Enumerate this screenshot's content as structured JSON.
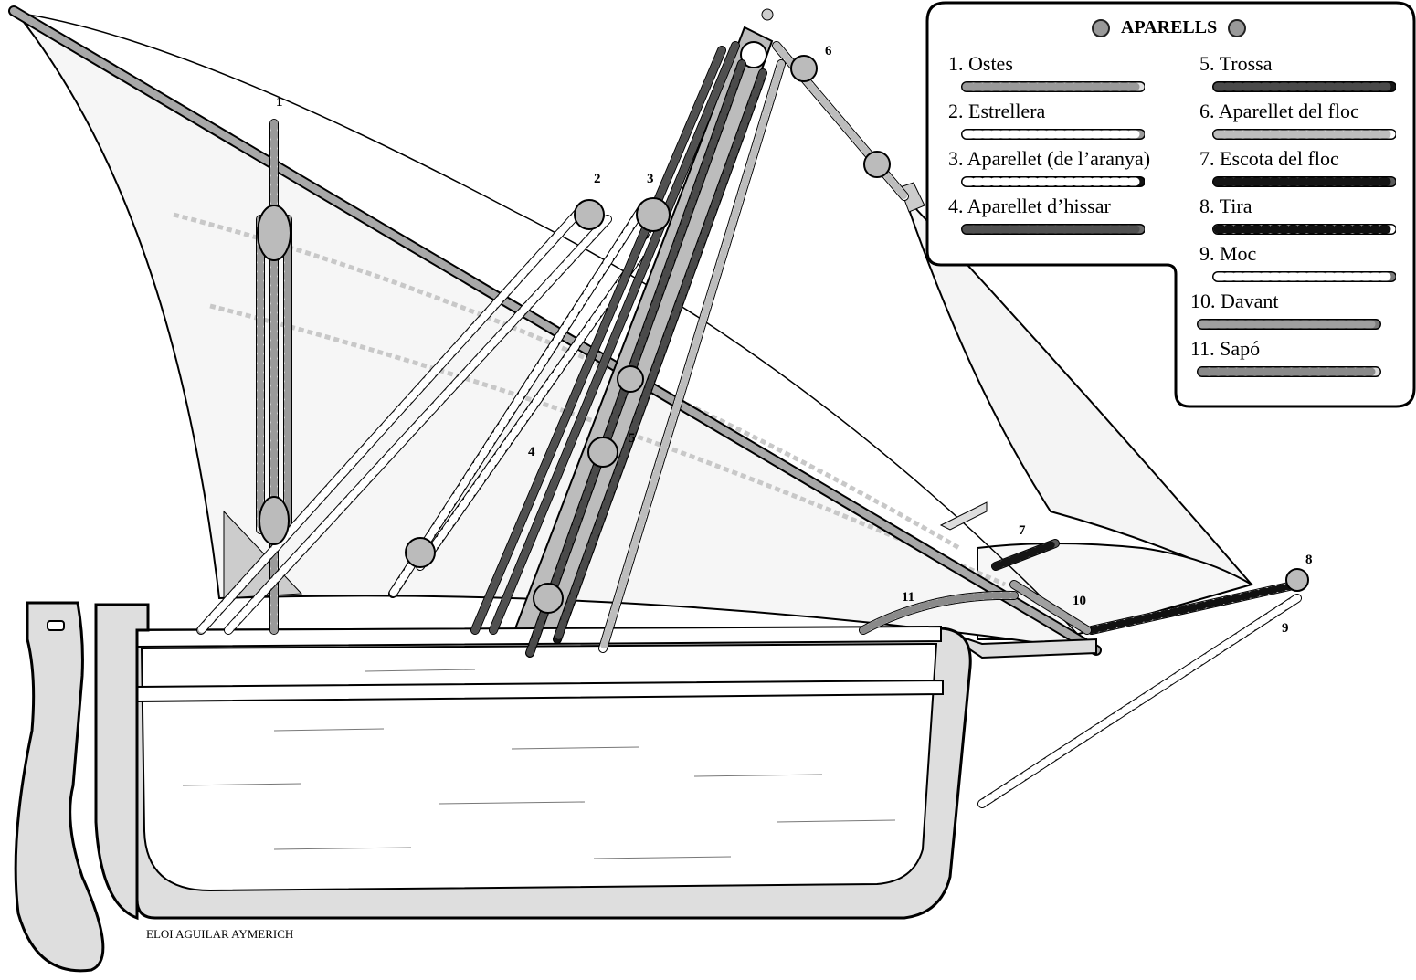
{
  "legend": {
    "title": "APARELLS",
    "items": [
      {
        "label": "1. Ostes",
        "base": "#e2e2e2",
        "stripe": "#9a9a9a"
      },
      {
        "label": "2. Estrellera",
        "base": "#9a9a9a",
        "stripe": "#ffffff"
      },
      {
        "label": "3. Aparellet (de l’aranya)",
        "base": "#111111",
        "stripe": "#ffffff"
      },
      {
        "label": "4. Aparellet d’hissar",
        "base": "#6a6a6a",
        "stripe": "#505050"
      },
      {
        "label": "5. Trossa",
        "base": "#151515",
        "stripe": "#4a4a4a"
      },
      {
        "label": "6. Aparellet del floc",
        "base": "#ffffff",
        "stripe": "#bdbdbd"
      },
      {
        "label": "7. Escota del floc",
        "base": "#5a5a5a",
        "stripe": "#151515"
      },
      {
        "label": "8. Tira",
        "base": "#ffffff",
        "stripe": "#111111"
      },
      {
        "label": "9. Moc",
        "base": "#7a7a7a",
        "stripe": "#ffffff"
      },
      {
        "label": "10. Davant",
        "base": "#7c7c7c",
        "stripe": "#a0a0a0"
      },
      {
        "label": "11. Sapó",
        "base": "#dcdcdc",
        "stripe": "#8a8a8a"
      }
    ]
  },
  "callouts": [
    "1",
    "2",
    "3",
    "4",
    "5",
    "6",
    "7",
    "8",
    "9",
    "10",
    "11"
  ],
  "credit": "ELOI AGUILAR AYMERICH"
}
